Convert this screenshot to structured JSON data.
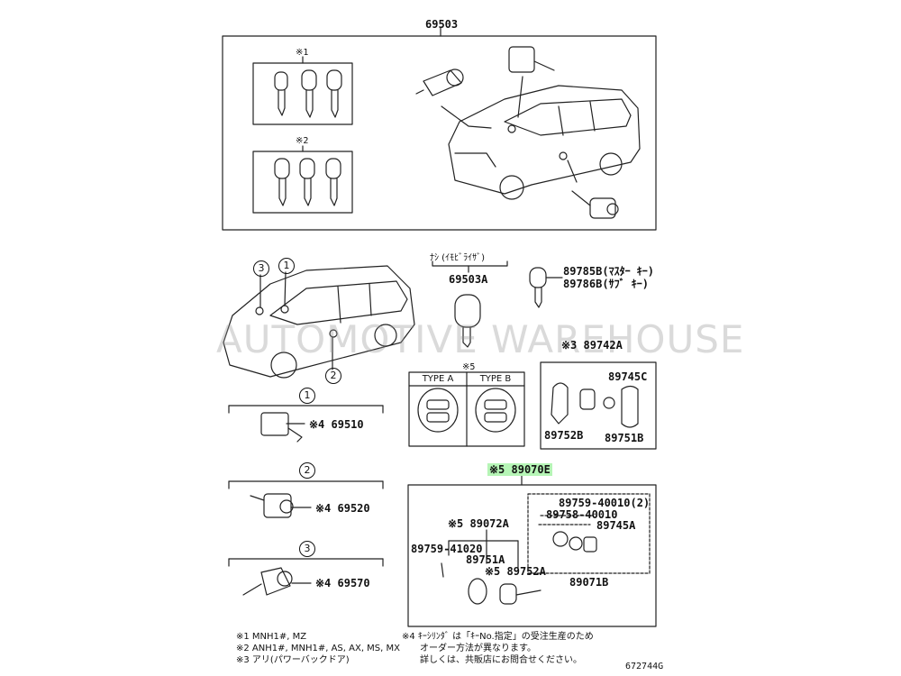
{
  "diagram": {
    "top_part": "69503",
    "top_note_1": "※1",
    "top_note_2": "※2",
    "immobilizer_note": "ﾅｼ (ｲﾓﾋﾞﾗｲｻﾞ)",
    "key_69503a": "69503A",
    "key_master": "89785B(ﾏｽﾀｰ ｷｰ)",
    "key_sub": "89786B(ｻﾌﾞ ｷｰ)",
    "fob_group": "※3 89742A",
    "fob_89745c": "89745C",
    "fob_89752b": "89752B",
    "fob_89751b": "89751B",
    "note5": "※5",
    "type_a": "TYPE A",
    "type_b": "TYPE B",
    "circle_1": "1",
    "circle_2": "2",
    "circle_3": "3",
    "part_69510": "※4 69510",
    "part_69520": "※4 69520",
    "part_69570": "※4 69570",
    "highlight_part": "※5 89070E",
    "sub_89072a": "※5 89072A",
    "p_89759_41020": "89759-41020",
    "p_89751a": "89751A",
    "p_89752a": "※5 89752A",
    "p_89759_40010": "89759-40010(2)",
    "p_89758_40010": "89758-40010",
    "p_89745a": "89745A",
    "p_89071b": "89071B",
    "foot_1": "※1 MNH1#, MZ",
    "foot_2": "※2 ANH1#, MNH1#, AS, AX, MS, MX",
    "foot_3": "※3 アリ(パワーバックドア)",
    "foot_4a": "※4 ｷｰｼﾘﾝﾀﾞ は「ｷｰNo.指定」の受注生産のため",
    "foot_4b": "オーダー方法が異なります。",
    "foot_4c": "詳しくは、共販店にお問合せください。",
    "diagram_id": "672744G",
    "watermark": "AUTOMOTIVE WAREHOUSE"
  }
}
